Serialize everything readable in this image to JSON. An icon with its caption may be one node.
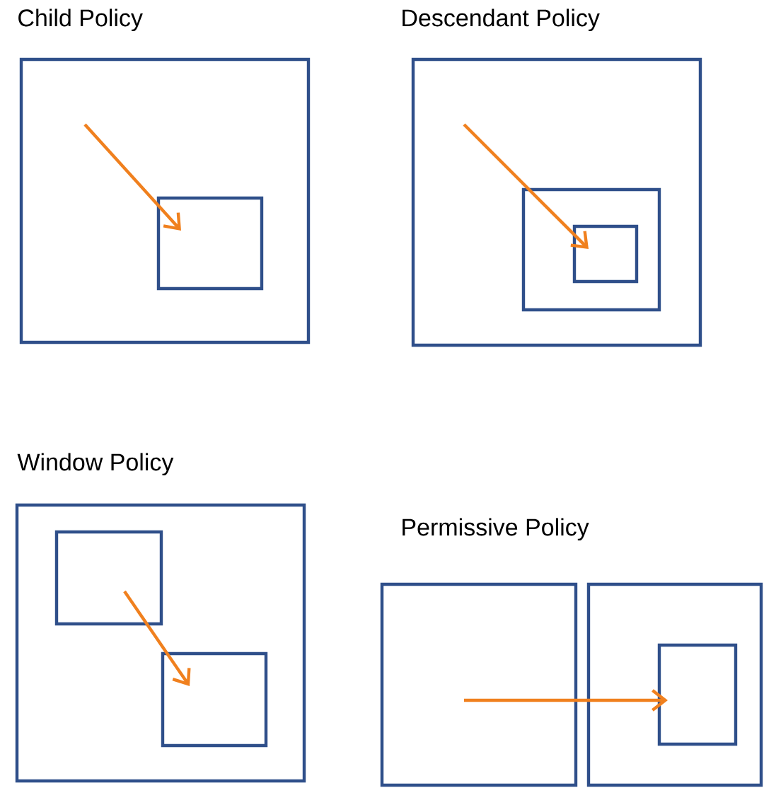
{
  "diagram": {
    "nodes": [
      {
        "text": [
          "Child Policy"
        ]
      },
      {
        "text": [],
        "shape": "box",
        "in": 0
      },
      {
        "text": [
          "Descendant Policy"
        ]
      },
      {
        "text": [],
        "shape": "box",
        "in": 2
      },
      {
        "text": [],
        "shape": "box",
        "in": 3
      },
      {
        "text": [
          "Window Policy"
        ]
      },
      {
        "text": [],
        "shape": "box",
        "in": 5
      },
      {
        "text": [],
        "shape": "box",
        "in": 5
      },
      {
        "text": [],
        "shape": "box"
      },
      {
        "text": [],
        "shape": "box"
      },
      {
        "text": [],
        "shape": "box",
        "in": 9
      }
    ],
    "edges": [
      {
        "from": null,
        "to": 1,
        "arrow": "to"
      },
      {
        "from": null,
        "to": 4,
        "arrow": "to"
      },
      {
        "from": 6,
        "to": 7,
        "arrow": "to"
      },
      {
        "from": 8,
        "to": 10,
        "arrow": "to"
      }
    ],
    "labels": [
      "Permissive Policy"
    ]
  }
}
